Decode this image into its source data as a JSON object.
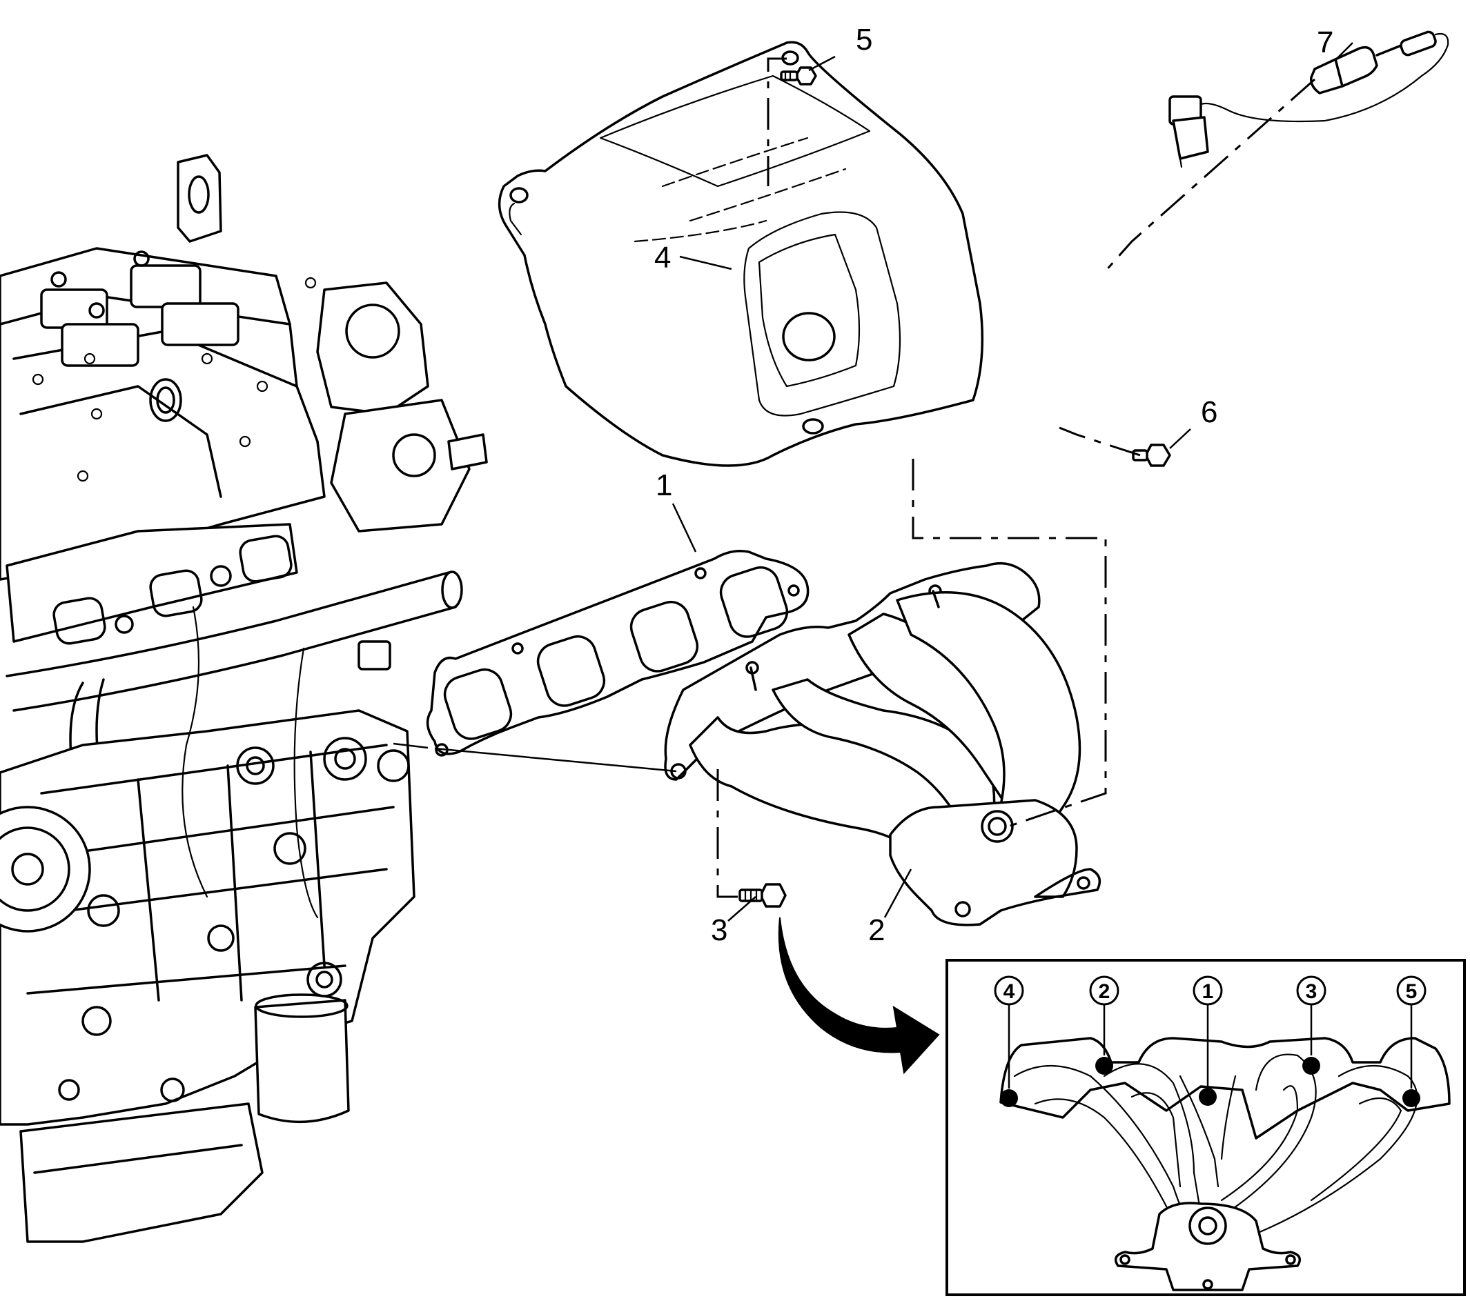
{
  "callouts": {
    "c1": "1",
    "c2": "2",
    "c3": "3",
    "c4": "4",
    "c5": "5",
    "c6": "6",
    "c7": "7"
  },
  "sequence": {
    "s1": "1",
    "s2": "2",
    "s3": "3",
    "s4": "4",
    "s5": "5"
  }
}
